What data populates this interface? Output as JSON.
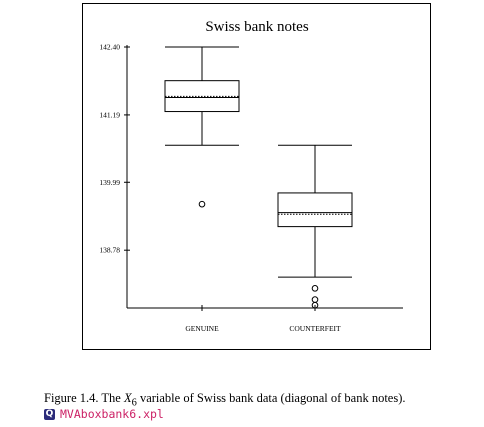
{
  "chart_data": {
    "type": "boxplot",
    "title": "Swiss bank notes",
    "xlabel": "",
    "ylabel": "",
    "categories": [
      "GENUINE",
      "COUNTERFEIT"
    ],
    "yticks": [
      "142.40",
      "141.19",
      "139.99",
      "138.78"
    ],
    "ylim": [
      137.8,
      142.45
    ],
    "boxes": [
      {
        "name": "GENUINE",
        "whisker_low": 140.65,
        "q1": 141.25,
        "median": 141.5,
        "mean": 141.52,
        "q3": 141.8,
        "whisker_high": 142.4,
        "outliers": [
          139.6
        ]
      },
      {
        "name": "COUNTERFEIT",
        "whisker_low": 138.3,
        "q1": 139.2,
        "median": 139.45,
        "mean": 139.42,
        "q3": 139.8,
        "whisker_high": 140.65,
        "outliers": [
          138.1,
          137.9,
          137.8
        ]
      }
    ],
    "grid": false,
    "legend": "none"
  },
  "caption": {
    "label": "Figure 1.4.",
    "text_before": "The ",
    "variable": "X",
    "subscript": "6",
    "text_after": " variable of Swiss bank data (diagonal of bank notes)."
  },
  "code_link": {
    "icon": "quantlet-q-icon",
    "icon_glyph": "Q",
    "text": "MVAboxbank6.xpl"
  },
  "colors": {
    "ink": "#000000",
    "link": "#cc2266"
  }
}
